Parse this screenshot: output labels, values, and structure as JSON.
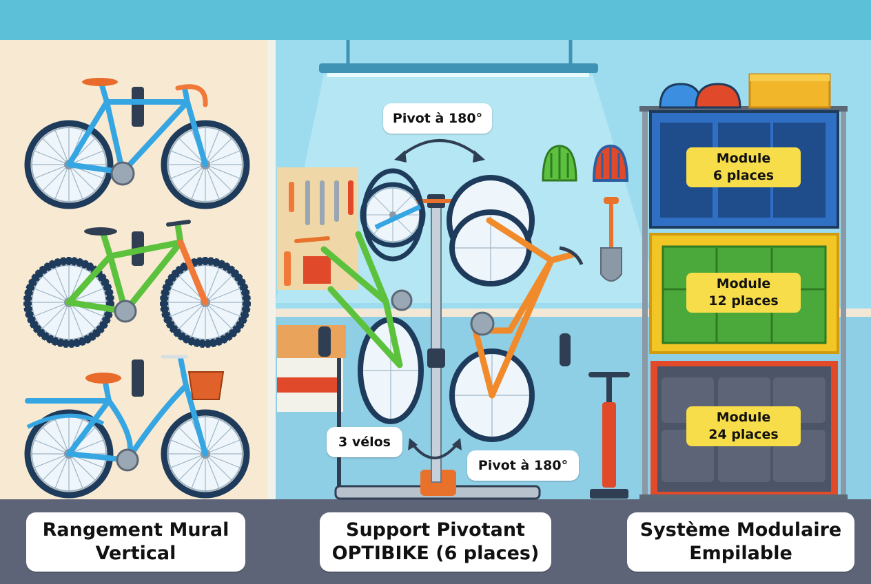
{
  "captions": {
    "wall": {
      "line1": "Rangement Mural",
      "line2": "Vertical"
    },
    "pivot": {
      "line1": "Support Pivotant",
      "line2": "OPTIBIKE (6 places)"
    },
    "modular": {
      "line1": "Système Modulaire",
      "line2": "Empilable"
    }
  },
  "stand_labels": {
    "pivot_top": "Pivot à 180°",
    "pivot_bottom": "Pivot à 180°",
    "bike_count": "3 vélos"
  },
  "modules": [
    {
      "line1": "Module",
      "line2": "6 places"
    },
    {
      "line1": "Module",
      "line2": "12 places"
    },
    {
      "line1": "Module",
      "line2": "24 places"
    }
  ],
  "colors": {
    "wall_panel": "#f8ead2",
    "garage_wall": "#8fd6ea",
    "ceiling": "#5cc0d8",
    "floor": "#5e6478",
    "module_top": "#2f6fc4",
    "module_mid": "#f2c624",
    "module_bottom": "#e24a2a"
  }
}
